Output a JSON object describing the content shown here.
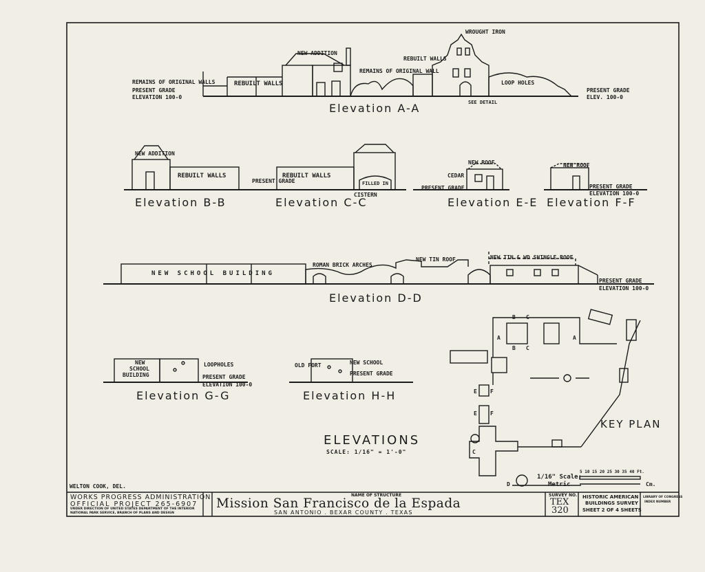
{
  "drawing": {
    "elev_aa": {
      "title": "Elevation A-A",
      "labels": {
        "wrought_iron": "WROUGHT IRON",
        "new_addition": "NEW ADDITION",
        "rebuilt_walls_label": "REBUILT WALLS",
        "remains_original_wall": "REMAINS OF ORIGINAL WALL",
        "rebuilt_walls_box": "REBUILT WALLS",
        "remains_original_walls": "REMAINS OF ORIGINAL WALLS",
        "present_grade_left": "PRESENT GRADE",
        "elevation_left": "ELEVATION 100-0",
        "loop_holes": "LOOP HOLES",
        "present_grade_right": "PRESENT GRADE",
        "elev_right": "ELEV. 100-0",
        "see_detail": "SEE DETAIL"
      }
    },
    "elev_bb": {
      "title": "Elevation B-B",
      "labels": {
        "new_addition": "NEW ADDITION",
        "rebuilt_walls": "REBUILT WALLS",
        "present_grade": "PRESENT GRADE"
      }
    },
    "elev_cc": {
      "title": "Elevation C-C",
      "labels": {
        "rebuilt_walls": "REBUILT WALLS",
        "filled_in": "FILLED IN",
        "cistern": "CISTERN"
      }
    },
    "elev_ee": {
      "title": "Elevation E-E",
      "labels": {
        "new_roof": "NEW ROOF",
        "cedar": "CEDAR",
        "present_grade": "PRESENT GRADE"
      }
    },
    "elev_ff": {
      "title": "Elevation F-F",
      "labels": {
        "new_roof": "NEW ROOF",
        "present_grade": "PRESENT GRADE",
        "elevation": "ELEVATION 100-0"
      }
    },
    "elev_dd": {
      "title": "Elevation D-D",
      "labels": {
        "new_school_building": "NEW SCHOOL BUILDING",
        "roman_brick_arches": "ROMAN BRICK ARCHES",
        "new_tin_roof": "NEW TIN ROOF",
        "new_tin_shingle_roof": "NEW TIN & WD SHINGLE ROOF",
        "present_grade": "PRESENT GRADE",
        "elevation": "ELEVATION 100-0"
      }
    },
    "elev_gg": {
      "title": "Elevation G-G",
      "labels": {
        "new": "NEW",
        "school": "SCHOOL",
        "building": "BUILDING",
        "loopholes": "LOOPHOLES",
        "present_grade": "PRESENT GRADE",
        "elevation": "ELEVATION 100-0"
      }
    },
    "elev_hh": {
      "title": "Elevation H-H",
      "labels": {
        "old_fort": "OLD FORT",
        "new_school": "NEW SCHOOL",
        "present_grade": "PRESENT GRADE"
      }
    },
    "elevations_heading": "ELEVATIONS",
    "elevations_scale": "SCALE: 1/16\" = 1'-0\"",
    "key_plan": "KEY PLAN",
    "scale_label": "1/16\" Scale:",
    "scale_ticks": "5 10 15 20 25 30 35 40 Ft.",
    "metric_label": "Metric",
    "metric_unit": "Cm.",
    "plan_letters": [
      "B",
      "C",
      "A",
      "A",
      "B",
      "C",
      "E",
      "F",
      "E",
      "F",
      "C",
      "D"
    ]
  },
  "credit": "WELTON COOK, DEL.",
  "title_block": {
    "agency_line1": "WORKS PROGRESS ADMINISTRATION",
    "agency_line2": "OFFICIAL PROJECT 265-6907",
    "agency_line3": "UNDER DIRECTION OF UNITED STATES DEPARTMENT OF THE INTERIOR",
    "agency_line4": "NATIONAL PARK SERVICE, BRANCH OF PLANS AND DESIGN",
    "name_caption": "NAME OF STRUCTURE",
    "structure_name": "Mission San Francisco de la Espada",
    "location": "SAN ANTONIO . BEXAR COUNTY . TEXAS",
    "survey_caption": "SURVEY NO.",
    "survey_state": "TEX",
    "survey_number": "320",
    "habs_line1": "HISTORIC AMERICAN",
    "habs_line2": "BUILDINGS SURVEY",
    "sheet_text": "SHEET 2 OF 4 SHEETS",
    "library_line1": "LIBRARY OF CONGRESS",
    "library_line2": "INDEX NUMBER"
  }
}
